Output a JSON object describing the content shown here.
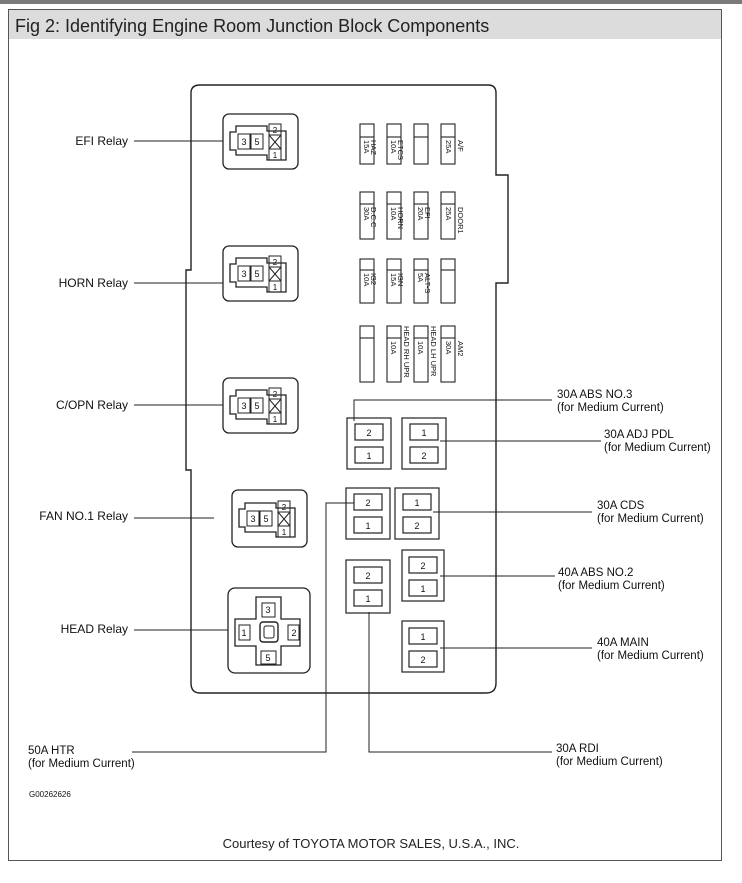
{
  "figure": {
    "caption": "Fig 2: Identifying Engine Room Junction Block Components",
    "credit": "Courtesy of TOYOTA MOTOR SALES, U.S.A., INC.",
    "code": "G00262626"
  },
  "relays": [
    {
      "label": "EFI Relay",
      "pins": [
        "3",
        "5",
        "2",
        "1"
      ]
    },
    {
      "label": "HORN Relay",
      "pins": [
        "3",
        "5",
        "2",
        "1"
      ]
    },
    {
      "label": "C/OPN Relay",
      "pins": [
        "3",
        "5",
        "2",
        "1"
      ]
    },
    {
      "label": "FAN NO.1 Relay",
      "pins": [
        "3",
        "5",
        "2",
        "1"
      ]
    },
    {
      "label": "HEAD Relay",
      "pins": [
        "3",
        "1",
        "2",
        "5"
      ]
    }
  ],
  "fuse_rows": [
    [
      {
        "name": "HAZ",
        "amp": "15A"
      },
      {
        "name": "ETCS",
        "amp": "10A"
      },
      {
        "name": "",
        "amp": ""
      },
      {
        "name": "A/F",
        "amp": "25A"
      }
    ],
    [
      {
        "name": "D.C.C",
        "amp": "30A"
      },
      {
        "name": "HORN",
        "amp": "10A"
      },
      {
        "name": "EFI",
        "amp": "20A"
      },
      {
        "name": "DOOR1",
        "amp": "25A"
      }
    ],
    [
      {
        "name": "IG2",
        "amp": "10A"
      },
      {
        "name": "IGN",
        "amp": "15A"
      },
      {
        "name": "ALT-S",
        "amp": "5A"
      },
      {
        "name": "",
        "amp": ""
      }
    ],
    [
      {
        "name": "",
        "amp": ""
      },
      {
        "name": "HEAD RH UPR",
        "amp": "10A"
      },
      {
        "name": "HEAD LH UPR",
        "amp": "10A"
      },
      {
        "name": "AM2",
        "amp": "30A"
      }
    ]
  ],
  "fusible_links": [
    {
      "name": "30A ABS NO.3",
      "note": "(for Medium Current)",
      "pins": [
        "2",
        "1"
      ]
    },
    {
      "name": "30A ADJ PDL",
      "note": "(for Medium Current)",
      "pins": [
        "1",
        "2"
      ]
    },
    {
      "name": "30A CDS",
      "note": "(for Medium Current)",
      "pins": [
        "1",
        "2"
      ]
    },
    {
      "name": "40A ABS NO.2",
      "note": "(for Medium Current)",
      "pins": [
        "2",
        "1"
      ]
    },
    {
      "name": "40A MAIN",
      "note": "(for Medium Current)",
      "pins": [
        "1",
        "2"
      ]
    },
    {
      "name": "30A RDI",
      "note": "(for Medium Current)",
      "pins": [
        "2",
        "1"
      ]
    },
    {
      "name": "50A HTR",
      "note": "(for Medium Current)",
      "pins": [
        "2",
        "1"
      ]
    }
  ]
}
